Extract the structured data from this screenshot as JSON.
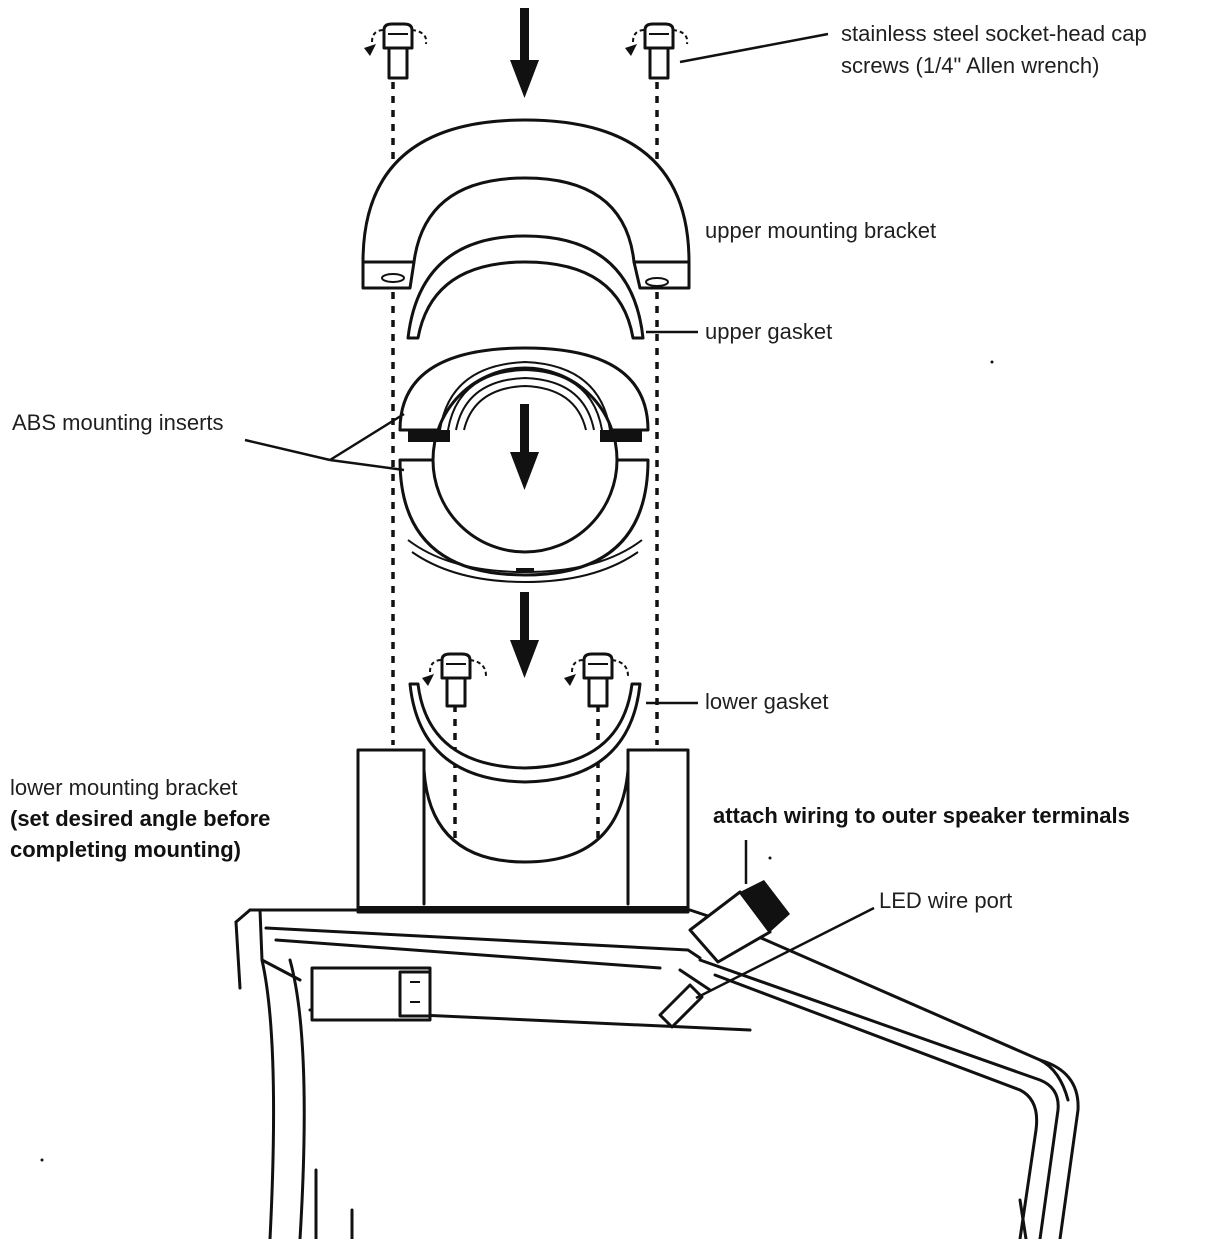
{
  "labels": {
    "cap_screws_line1": "stainless steel socket-head cap",
    "cap_screws_line2": "screws (1/4\" Allen wrench)",
    "upper_bracket": "upper mounting bracket",
    "upper_gasket": "upper gasket",
    "abs_inserts": "ABS mounting inserts",
    "lower_gasket": "lower gasket",
    "lower_bracket_line1": "lower mounting bracket",
    "lower_bracket_line2": "(set desired angle before",
    "lower_bracket_line3": "completing mounting)",
    "wiring": "attach wiring to outer speaker terminals",
    "led_port": "LED wire port"
  },
  "icons": {
    "down_arrow": "down-arrow-icon",
    "rotate": "rotate-arrow-icon"
  }
}
